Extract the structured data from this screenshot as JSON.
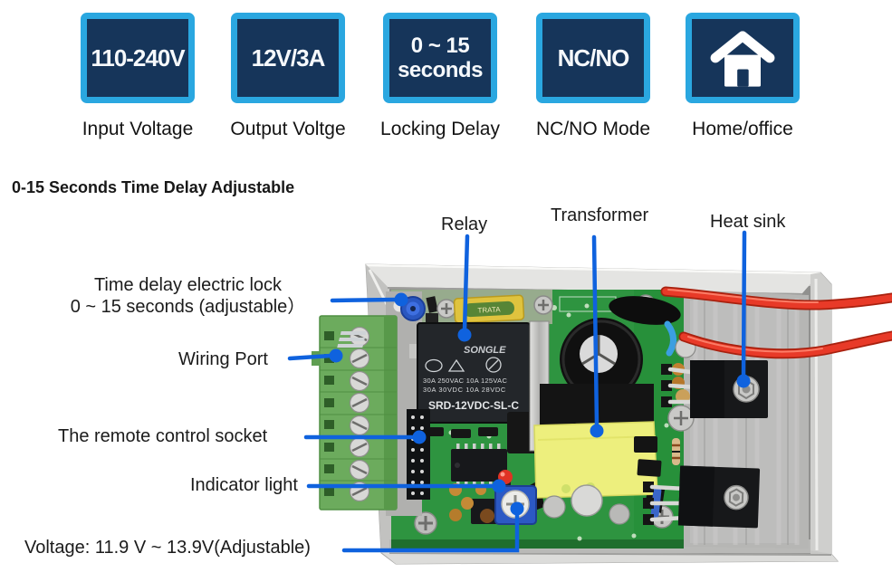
{
  "features": [
    {
      "badge": "110-240V",
      "label": "Input Voltage"
    },
    {
      "badge": "12V/3A",
      "label": "Output Voltge"
    },
    {
      "badge_line1": "0 ~ 15",
      "badge_line2": "seconds",
      "label": "Locking Delay"
    },
    {
      "badge": "NC/NO",
      "label": "NC/NO Mode"
    },
    {
      "icon": "home-icon",
      "label": "Home/office"
    }
  ],
  "heading": "0-15 Seconds Time Delay Adjustable",
  "callouts": {
    "relay": "Relay",
    "transformer": "Transformer",
    "heat_sink": "Heat sink",
    "time_delay_line1": "Time delay electric lock",
    "time_delay_line2": "0 ~ 15 seconds (adjustable）",
    "wiring_port": "Wiring Port",
    "remote_socket": "The remote control socket",
    "indicator_light": "Indicator light",
    "voltage_range": "Voltage: 11.9 V ~ 13.9V(Adjustable)"
  },
  "board": {
    "relay": {
      "brand": "SONGLE",
      "ratings_line1": "30A 250VAC 10A 125VAC",
      "ratings_line2": "30A 30VDC 10A 28VDC",
      "model": "SRD-12VDC-SL-C"
    },
    "fuse_label": "TRATA"
  },
  "colors": {
    "badge_border": "#2aa7e0",
    "badge_bg": "#16355a",
    "callout_line": "#0f62de",
    "pcb_green": "#2e9440",
    "wire_red": "#e23a28",
    "enclosure_grey": "#c7c7c5"
  }
}
